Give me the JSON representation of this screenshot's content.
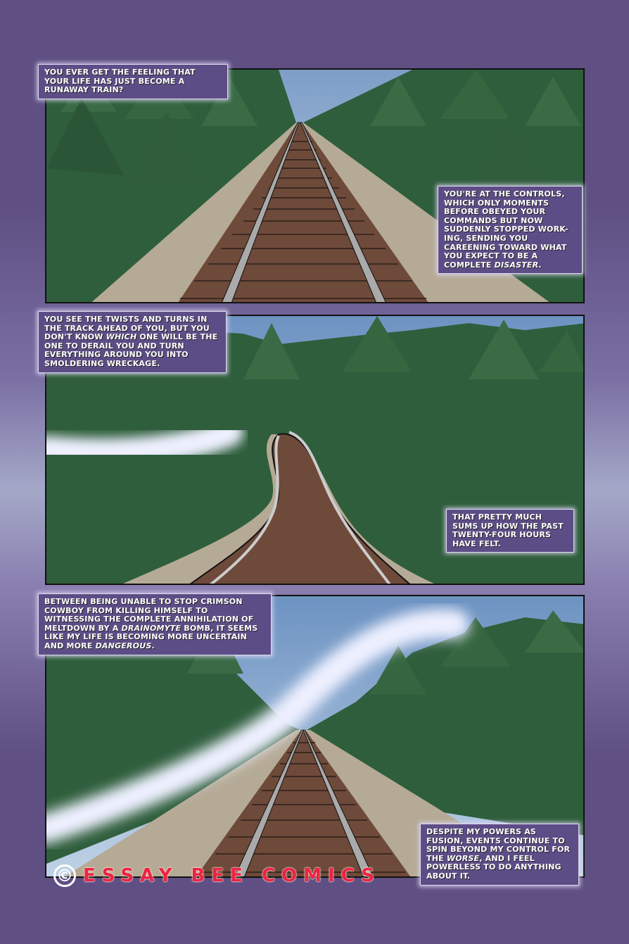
{
  "page": {
    "background_color": "#5f4f83",
    "caption_color": "#5d4d86",
    "logo_color": "#ee2244"
  },
  "panels": [
    {
      "id": 1,
      "scene": "straight railroad track receding through pine forest",
      "captions": [
        {
          "text_parts": [
            "You ever get the feeling that your life has just become a runaway train?"
          ],
          "emphasis": []
        },
        {
          "text_parts": [
            "You're at the controls, which only moments before obeyed your commands but now suddenly stopped work-ing, sending you careening toward what you expect to be a complete ",
            "Disaster",
            "."
          ],
          "emphasis": [
            "Disaster"
          ]
        }
      ]
    },
    {
      "id": 2,
      "scene": "curving railroad track through forest with white energy streak",
      "captions": [
        {
          "text_parts": [
            "You see the twists and turns in the track ahead of you, but you don't know ",
            "which",
            " one will be the one to derail you and turn everything around you into smoldering wreckage."
          ],
          "emphasis": [
            "which"
          ]
        },
        {
          "text_parts": [
            "That pretty much sums up how the past twenty-four hours have felt."
          ],
          "emphasis": []
        }
      ]
    },
    {
      "id": 3,
      "scene": "straight railroad track with white energy streak rising into sky",
      "captions": [
        {
          "text_parts": [
            "Between being unable to stop Crimson Cowboy from killing himself to witnessing the complete annihilation of Meltdown by a ",
            "Drainomyte",
            " bomb, it seems like my life is becoming more uncertain and more ",
            "dangerous",
            "."
          ],
          "emphasis": [
            "Drainomyte",
            "dangerous"
          ]
        },
        {
          "text_parts": [
            "Despite my powers as Fusion, events continue to spin beyond my control for the ",
            "worse",
            ", and I feel powerless to do anything about it."
          ],
          "emphasis": [
            "worse"
          ]
        }
      ]
    }
  ],
  "footer": {
    "copyright_symbol": "©",
    "logo_text": "ESSAY BEE COMICS"
  }
}
